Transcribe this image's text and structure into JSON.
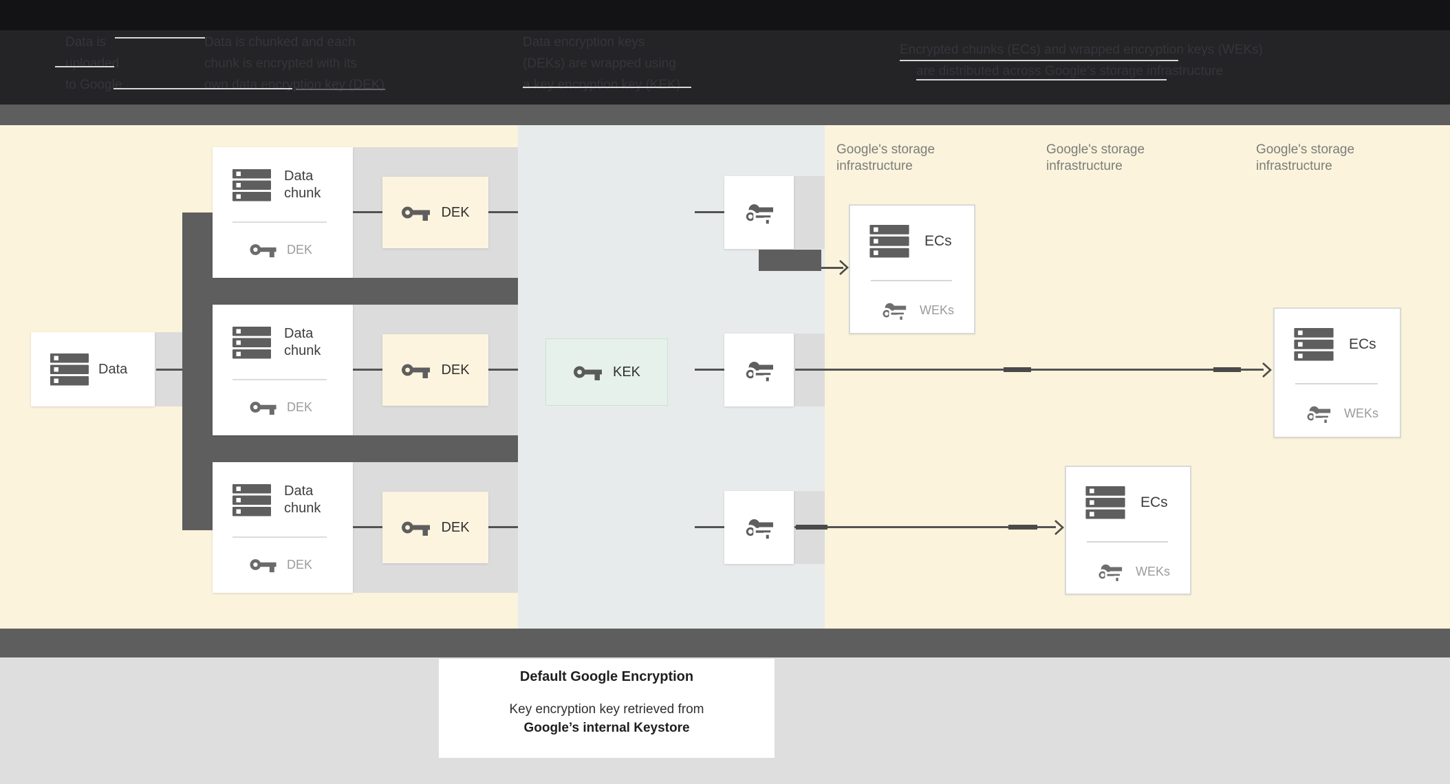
{
  "header": {
    "steps": [
      {
        "lines": [
          "Data is",
          "uploaded",
          "to Google"
        ]
      },
      {
        "lines": [
          "Data is chunked and each",
          "chunk is encrypted with its",
          "own data encryption key (DEK)"
        ]
      },
      {
        "lines": [
          "Data encryption keys",
          "(DEKs) are wrapped using",
          "a key encryption key (KEK)"
        ]
      },
      {
        "lines": [
          "Encrypted chunks (ECs) and wrapped encryption keys (WEKs)",
          "are distributed across Google's storage infrastructure"
        ]
      }
    ]
  },
  "diagram": {
    "data_box": {
      "label": "Data"
    },
    "rows": [
      {
        "chunk_title": "Data chunk",
        "chunk_key_label": "DEK",
        "dek_label": "DEK"
      },
      {
        "chunk_title": "Data chunk",
        "chunk_key_label": "DEK",
        "dek_label": "DEK"
      },
      {
        "chunk_title": "Data chunk",
        "chunk_key_label": "DEK",
        "dek_label": "DEK"
      }
    ],
    "kek": {
      "label": "KEK"
    },
    "storage_labels": [
      "Google's storage infrastructure",
      "Google's storage infrastructure",
      "Google's storage infrastructure"
    ],
    "ecs": [
      {
        "title": "ECs",
        "keys_label": "WEKs"
      },
      {
        "title": "ECs",
        "keys_label": "WEKs"
      },
      {
        "title": "ECs",
        "keys_label": "WEKs"
      }
    ]
  },
  "caption": {
    "title": "Default Google Encryption",
    "line1": "Key encryption key retrieved from",
    "line2": "Google’s internal Keystore"
  },
  "icons": {
    "data": "server-stack-icon",
    "key": "key-icon",
    "wrapped_key": "double-key-icon",
    "arrow": "right-arrowhead"
  },
  "colors": {
    "header_bg": "#242427",
    "divider_bar": "#5e5e5e",
    "cream_panel": "#fbf3db",
    "middle_panel": "#e8ebeb",
    "band_gray": "#dcdcdc",
    "kek_fill": "#e5f1ea",
    "footer_gray": "#dedede",
    "icon_gray": "#5e5e5e",
    "text_dark": "#3d3d3d",
    "text_muted": "#9b9b9b",
    "storage_label_text": "#7c7c7c"
  }
}
